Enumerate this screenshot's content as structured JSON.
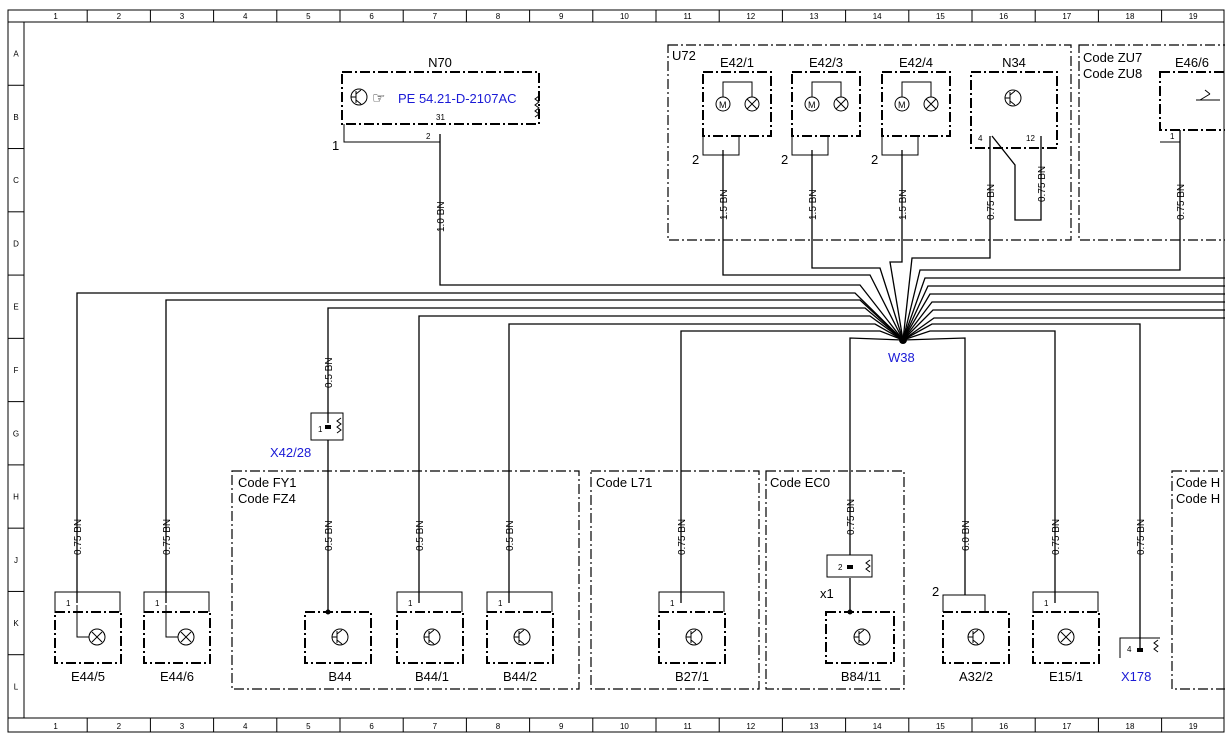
{
  "grid": {
    "columns": [
      "1",
      "2",
      "3",
      "4",
      "5",
      "6",
      "7",
      "8",
      "9",
      "10",
      "11",
      "12",
      "13",
      "14",
      "15",
      "16",
      "17",
      "18",
      "19"
    ],
    "rows": [
      "A",
      "B",
      "C",
      "D",
      "E",
      "F",
      "G",
      "H",
      "J",
      "K",
      "L"
    ]
  },
  "splice": {
    "label": "W38"
  },
  "groups": {
    "u72": "U72",
    "zu": [
      "Code ZU7",
      "Code ZU8"
    ],
    "fy": [
      "Code FY1",
      "Code FZ4"
    ],
    "l71": "Code L71",
    "ec0": "Code EC0",
    "h": [
      "Code H",
      "Code H"
    ]
  },
  "components": {
    "n70": {
      "name": "N70",
      "reference": "PE 54.21-D-2107AC",
      "pin": "31",
      "wire_no": "2",
      "ground_ref": "1"
    },
    "e42_1": {
      "name": "E42/1",
      "ground_ref": "2"
    },
    "e42_3": {
      "name": "E42/3",
      "ground_ref": "2"
    },
    "e42_4": {
      "name": "E42/4",
      "ground_ref": "2"
    },
    "n34": {
      "name": "N34",
      "pin_a": "4",
      "pin_b": "12"
    },
    "e46_6": {
      "name": "E46/6",
      "pin": "1"
    },
    "e44_5": {
      "name": "E44/5",
      "pin": "1"
    },
    "e44_6": {
      "name": "E44/6",
      "pin": "1"
    },
    "b44": {
      "name": "B44"
    },
    "b44_1": {
      "name": "B44/1",
      "pin": "1"
    },
    "b44_2": {
      "name": "B44/2",
      "pin": "1"
    },
    "b27_1": {
      "name": "B27/1",
      "pin": "1"
    },
    "b84_11": {
      "name": "B84/11"
    },
    "a32_2": {
      "name": "A32/2",
      "ground_ref": "2"
    },
    "e15_1": {
      "name": "E15/1",
      "pin": "1"
    }
  },
  "connectors": {
    "x42_28": {
      "name": "X42/28",
      "pin": "1"
    },
    "x1": {
      "name": "x1",
      "pin": "2"
    },
    "x178": {
      "name": "X178",
      "pin": "4"
    }
  },
  "wires": {
    "n70": "1.0 BN",
    "e42_1": "1.5 BN",
    "e42_3": "1.5 BN",
    "e42_4": "1.5 BN",
    "n34_a": "0.75 BN",
    "n34_b": "0.75 BN",
    "e46_6": "0.75 BN",
    "x42_28": "0.5 BN",
    "e44_5": "0.75 BN",
    "e44_6": "0.75 BN",
    "b44": "0.5 BN",
    "b44_1": "0.5 BN",
    "b44_2": "0.5 BN",
    "b27_1": "0.75 BN",
    "b84_11": "0.75 BN",
    "a32_2": "6.0 BN",
    "e15_1": "0.75 BN",
    "x178": "0.75 BN"
  }
}
